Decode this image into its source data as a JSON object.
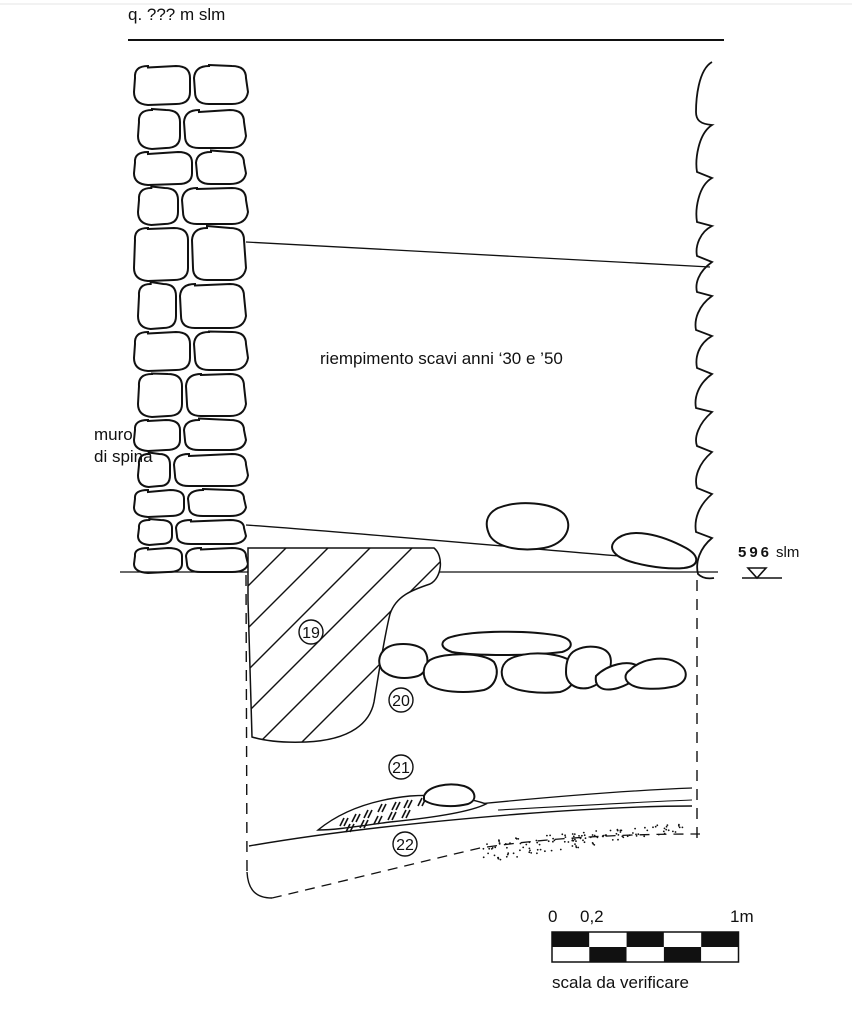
{
  "header": {
    "elevation_label": "q. ??? m slm"
  },
  "labels": {
    "fill": "riempimento scavi anni ‘30 e ’50",
    "wall_line1": "muro",
    "wall_line2": "di spina",
    "datum_value": "596",
    "datum_unit": "slm"
  },
  "units": [
    {
      "number": "19"
    },
    {
      "number": "20"
    },
    {
      "number": "21"
    },
    {
      "number": "22"
    }
  ],
  "scale_bar": {
    "tick_0": "0",
    "tick_02": "0,2",
    "tick_1m": "1m",
    "caption": "scala da verificare"
  },
  "colors": {
    "ink": "#111111",
    "paper": "#ffffff",
    "rule": "#e6e6e6"
  },
  "icons": {
    "datum": "datum-triangle-icon"
  }
}
